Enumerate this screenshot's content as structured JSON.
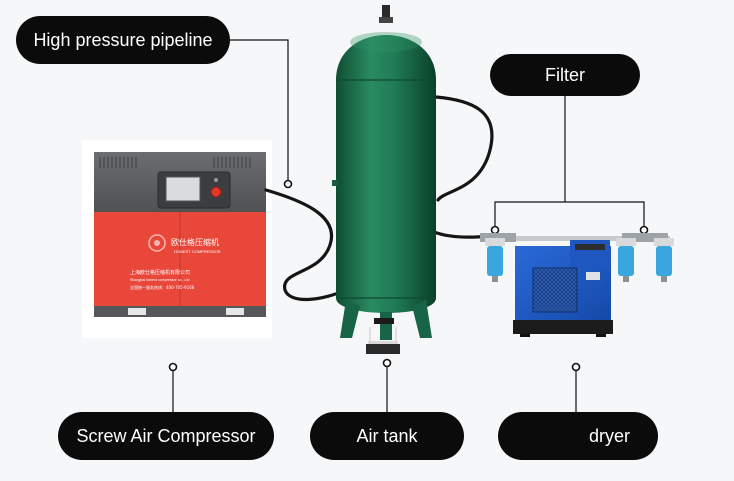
{
  "labels": {
    "high_pressure_pipeline": "High pressure pipeline",
    "filter": "Filter",
    "screw_air_compressor": "Screw Air Compressor",
    "air_tank": "Air tank",
    "dryer": "dryer"
  },
  "compressor": {
    "brand_cn": "欧仕格压缩机",
    "brand_en": "HONEST COMPRESSOR",
    "company_cn": "上海欧仕格压缩机有限公司",
    "company_en": "Shanghai honest compressor co., Ltd",
    "hotline": "全国统一服务热线：400-705-9168"
  },
  "colors": {
    "pill_bg": "#0b0b0b",
    "pill_text": "#ffffff",
    "tank_green": "#1f7a54",
    "compressor_red": "#e8473a",
    "compressor_gray": "#5d5f62",
    "dryer_blue": "#1c59c8"
  }
}
